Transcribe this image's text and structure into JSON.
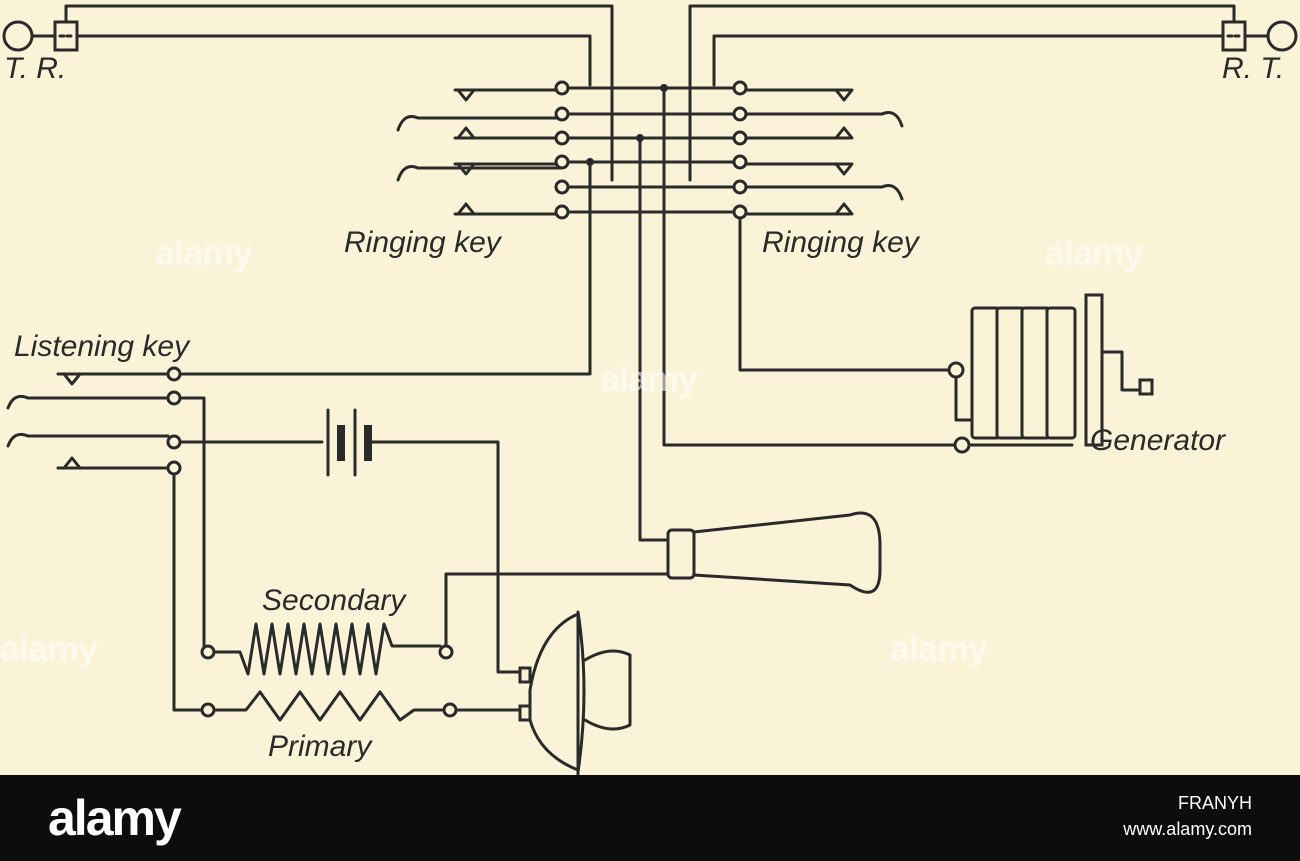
{
  "diagram": {
    "labels": {
      "left_terminals": "T.  R.",
      "right_terminals": "R. T.",
      "ringing_key_left": "Ringing key",
      "ringing_key_right": "Ringing key",
      "listening_key": "Listening key",
      "generator": "Generator",
      "secondary": "Secondary",
      "primary": "Primary"
    },
    "watermark": "alamy"
  },
  "footer": {
    "logo": "alamy",
    "image_id": "FRANYH",
    "url": "www.alamy.com"
  },
  "colors": {
    "paper": "#fbf3d7",
    "ink": "#2a2a2a",
    "footer_bg": "#0d0d0d"
  }
}
